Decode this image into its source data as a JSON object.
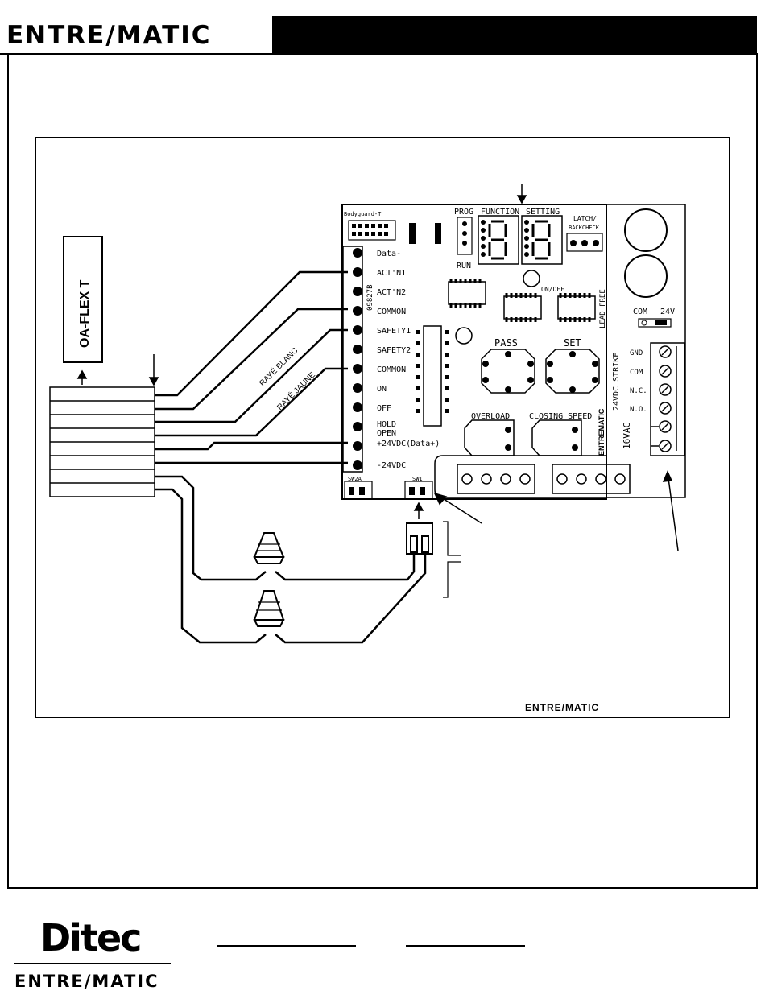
{
  "brand": {
    "logo_text": "ENTRE/MATIC",
    "ditec": "Ditec"
  },
  "module": {
    "label": "OA-FLEX T"
  },
  "board": {
    "badge": "Bodyguard-T",
    "part": "09827B",
    "prog": "PROG",
    "run": "RUN",
    "function": "FUNCTION",
    "setting": "SETTING",
    "latch": "LATCH/",
    "backcheck": "BACKCHECK",
    "onoff": "ON/OFF",
    "lead_free": "LEAD FREE",
    "pass": "PASS",
    "set": "SET",
    "overload": "OVERLOAD",
    "closing_speed": "CLOSING SPEED",
    "brand_vertical": "ENTREMATIC",
    "sw2a": "SW2A",
    "sw1": "SW1",
    "com": "COM",
    "v24": "24V",
    "strike": "24VDC STRIKE",
    "vac": "16VAC"
  },
  "terminals": [
    "Data-",
    "ACT'N1",
    "ACT'N2",
    "COMMON",
    "SAFETY1",
    "SAFETY2",
    "COMMON",
    "ON",
    "OFF",
    "HOLD",
    "OPEN",
    "+24VDC(Data+)",
    "-24VDC"
  ],
  "strike_terminals": [
    "GND",
    "COM",
    "N.C.",
    "N.O."
  ],
  "wires": {
    "blanc": "RAYÉ BLANC",
    "jaune": "RAYÉ JAUNE"
  },
  "footer_brand": "ENTRE/MATIC"
}
